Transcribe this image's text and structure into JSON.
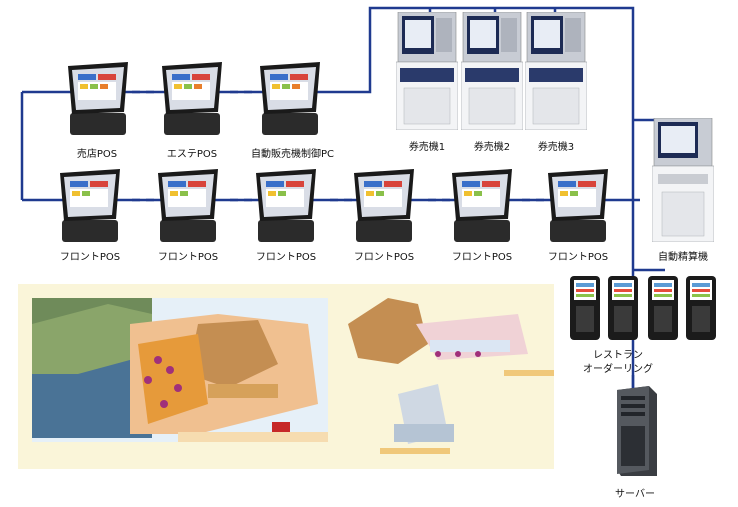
{
  "labels": {
    "row1": [
      "売店POS",
      "エステPOS",
      "自動販売機制御PC"
    ],
    "row2": [
      "フロントPOS",
      "フロントPOS",
      "フロントPOS",
      "フロントPOS",
      "フロントPOS",
      "フロントPOS"
    ],
    "ticket": [
      "券売機1",
      "券売機2",
      "券売機3"
    ],
    "auto_pay": "自動精算機",
    "handheld": [
      "レストラン",
      "オーダーリング"
    ],
    "server": "サーバー"
  },
  "colors": {
    "line": "#1f3a8f",
    "map_bg": "#faf5d9"
  },
  "icons": {
    "pos": "pos-terminal-icon",
    "ticket": "ticket-machine-icon",
    "handheld": "handheld-terminal-icon",
    "server": "server-tower-icon"
  }
}
